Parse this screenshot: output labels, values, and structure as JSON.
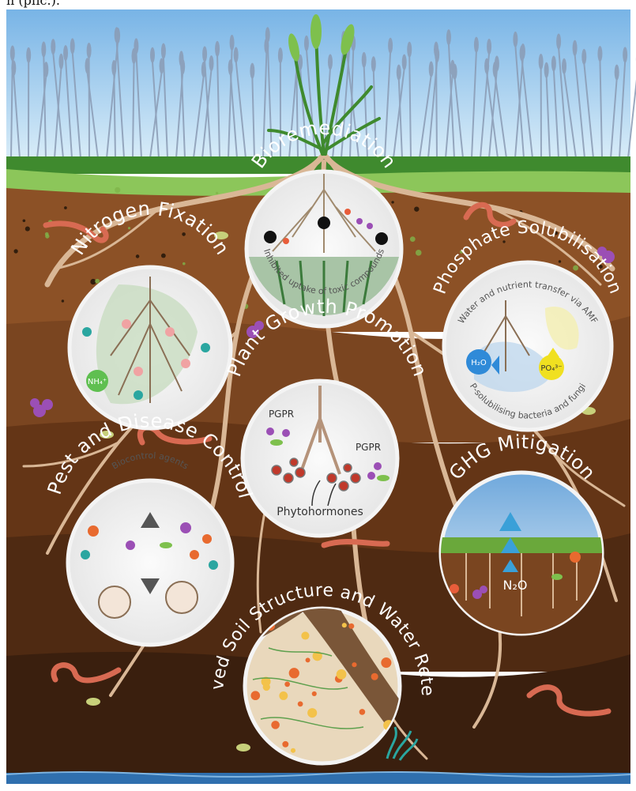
{
  "caption_fragment": "n (pfic.).",
  "titles": {
    "bioremediation": "Bioremediation",
    "nitrogen_fixation": "Nitrogen Fixation",
    "phosphate": "Phosphate Solubilisation",
    "plant_growth": "Plant Growth Promotion",
    "pest_disease": "Pest and Disease Control",
    "ghg": "GHG Mitigation",
    "soil_structure": "Improved Soil Structure and Water Retention"
  },
  "inner_text": {
    "toxic": "Inhibited uptake of toxic compounds",
    "amf": "Water and nutrient transfer via AMF",
    "psol": "P-solubilising bacteria and fungi",
    "biocontrol": "Biocontrol agents",
    "pgpr_left": "PGPR",
    "pgpr_right": "PGPR",
    "phytohormones": "Phytohormones",
    "h2o": "H₂O",
    "po4": "PO₄³⁻",
    "nh4": "NH₄⁺",
    "n2o": "N₂O"
  },
  "colors": {
    "sky": "#8fc3ea",
    "grass": "#4e9a3a",
    "soil_top": "#8a4f24",
    "soil_mid": "#6a3818",
    "soil_deep": "#3c200e",
    "water": "#2f6fae",
    "root": "#d9b796"
  }
}
